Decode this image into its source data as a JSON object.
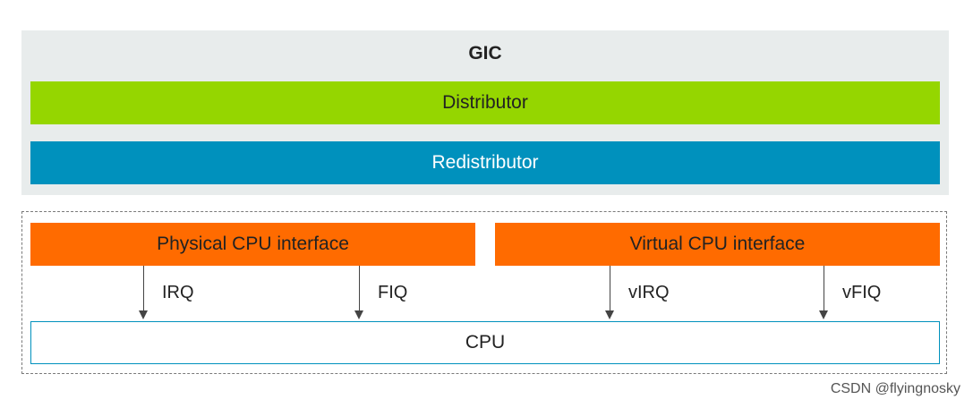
{
  "gic": {
    "title": "GIC",
    "distributor": "Distributor",
    "redistributor": "Redistributor"
  },
  "interfaces": {
    "physical": "Physical CPU interface",
    "virtual": "Virtual CPU interface"
  },
  "signals": {
    "irq": "IRQ",
    "fiq": "FIQ",
    "virq": "vIRQ",
    "vfiq": "vFIQ"
  },
  "cpu": {
    "label": "CPU"
  },
  "watermark": "CSDN @flyingnosky",
  "colors": {
    "gic_background": "#e8ecec",
    "distributor": "#95d600",
    "redistributor": "#0091bd",
    "cpu_interface": "#ff6b00",
    "cpu_border": "#0091bd"
  }
}
